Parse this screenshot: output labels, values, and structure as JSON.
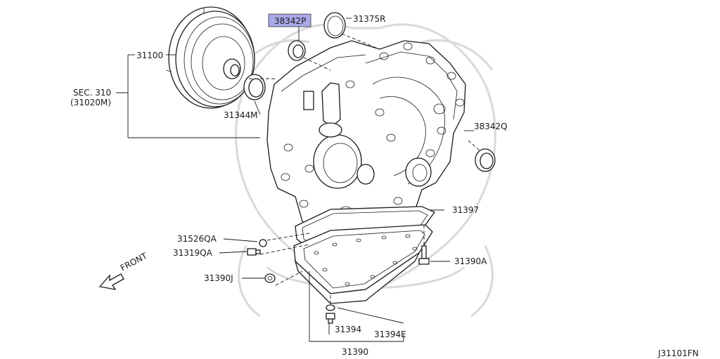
{
  "colors": {
    "highlight": "#a9a9e8",
    "ink": "#1a1a1a",
    "watermark": "#d9d9d9"
  },
  "labels": {
    "p38342p": "38342P",
    "p31375r": "31375R",
    "p31100": "31100",
    "sec310": "SEC. 310",
    "sec310sub": "(31020M)",
    "p31344m": "31344M",
    "p38342q": "38342Q",
    "p31397": "31397",
    "p31526qa": "31526QA",
    "p31319qa": "31319QA",
    "p31390a": "31390A",
    "p31390j": "31390J",
    "p31394": "31394",
    "p31394e": "31394E",
    "p31390": "31390",
    "front": "FRONT",
    "diagram_code": "J31101FN"
  }
}
